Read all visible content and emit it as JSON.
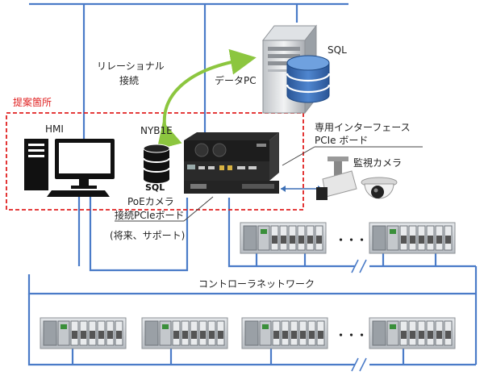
{
  "labels": {
    "sql_title": "SQL",
    "relational_line1": "リレーショナル",
    "relational_line2": "接続",
    "data_pc": "データPC",
    "proposal": "提案箇所",
    "hmi": "HMI",
    "nyb": "NYB1E",
    "sql_small": "SQL",
    "dedicated_line1": "専用インターフェース",
    "dedicated_line2": "PCIe ボード",
    "camera": "監視カメラ",
    "poe_line1": "PoEカメラ",
    "poe_line2": "接続PCIeボード",
    "poe_line3": "(将来、サポート)",
    "ellipsis_top": "・・・",
    "controller_network": "コントローラネットワーク",
    "ellipsis_bottom": "・・・"
  },
  "colors": {
    "network_line": "#4a7bc8",
    "proposal_border": "#e02020",
    "arrow_green": "#8cc63f",
    "db_blue": "#3b6fb6",
    "rack_grey": "#cfd3d7"
  }
}
